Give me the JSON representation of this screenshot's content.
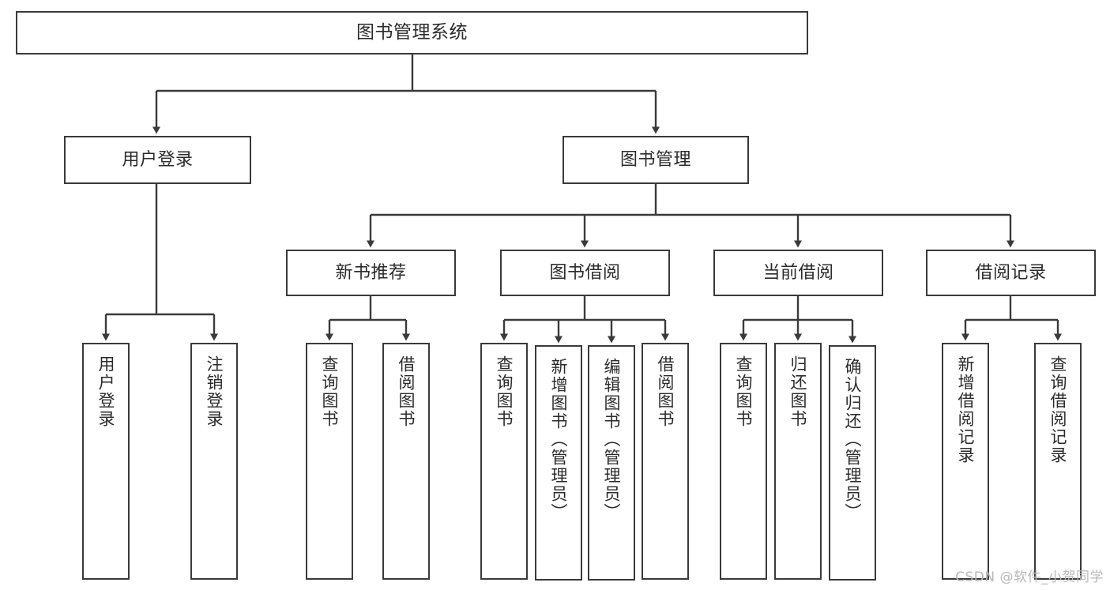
{
  "diagram": {
    "title": "图书管理系统",
    "type": "tree-hierarchy-chart",
    "line_color": "#3a3a3a",
    "box_fill": "#ffffff",
    "text_color": "#2b2b2b",
    "nodes": {
      "root": {
        "label": "图书管理系统"
      },
      "level2": [
        {
          "id": "user-login",
          "label": "用户登录"
        },
        {
          "id": "book-management",
          "label": "图书管理"
        }
      ],
      "level3": [
        {
          "id": "new-book-recommend",
          "label": "新书推荐"
        },
        {
          "id": "book-borrow",
          "label": "图书借阅"
        },
        {
          "id": "current-borrow",
          "label": "当前借阅"
        },
        {
          "id": "borrow-record",
          "label": "借阅记录"
        }
      ],
      "leaves": {
        "user_login": [
          {
            "id": "leaf-user-login",
            "label": "用户登录"
          },
          {
            "id": "leaf-logout-login",
            "label": "注销登录"
          }
        ],
        "new_book_recommend": [
          {
            "id": "leaf-query-book-1",
            "label": "查询图书"
          },
          {
            "id": "leaf-borrow-book-1",
            "label": "借阅图书"
          }
        ],
        "book_borrow": [
          {
            "id": "leaf-query-book-2",
            "label": "查询图书"
          },
          {
            "id": "leaf-add-book",
            "label": "新增图书（管理员）"
          },
          {
            "id": "leaf-edit-book",
            "label": "编辑图书（管理员）"
          },
          {
            "id": "leaf-borrow-book-2",
            "label": "借阅图书"
          }
        ],
        "current_borrow": [
          {
            "id": "leaf-query-book-3",
            "label": "查询图书"
          },
          {
            "id": "leaf-return-book",
            "label": "归还图书"
          },
          {
            "id": "leaf-confirm-return",
            "label": "确认归还（管理员）"
          }
        ],
        "borrow_record": [
          {
            "id": "leaf-add-borrow-record",
            "label": "新增借阅记录"
          },
          {
            "id": "leaf-query-borrow-record",
            "label": "查询借阅记录"
          }
        ]
      }
    },
    "watermark": "CSDN @软件_小贺同学"
  }
}
